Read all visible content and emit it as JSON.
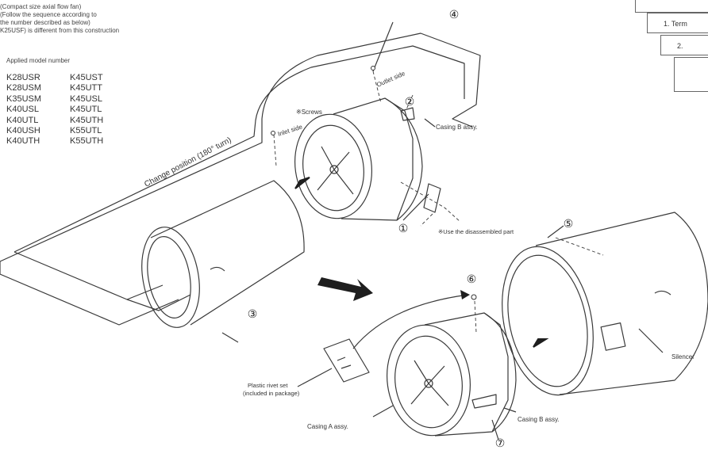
{
  "header": {
    "line1": "(Compact size axial flow fan)",
    "line2": "(Follow the sequence according to",
    "line3": "the number described as below)",
    "line4": "K25USF) is different from this construction"
  },
  "models": {
    "label": "Applied model number",
    "col1": [
      "K28USR",
      "K28USM",
      "K35USM",
      "K40USL",
      "K40UTL",
      "K40USH",
      "K40UTH"
    ],
    "col2": [
      "K45UST",
      "K45UTT",
      "K45USL",
      "K45UTL",
      "K45UTH",
      "K55UTL",
      "K55UTH"
    ]
  },
  "callouts": {
    "c1": "①",
    "c2": "②",
    "c3": "③",
    "c4": "④",
    "c5": "⑤",
    "c6": "⑥",
    "c7": "⑦"
  },
  "labels": {
    "change_position": "Change position (180° turn)",
    "screws": "※Screws",
    "outlet_side": "Outlet side",
    "inlet_side": "Inlet side",
    "casing_b_top": "Casing B assy.",
    "use_disassembled": "※Use the disassembled part",
    "rivet_line1": "Plastic rivet set",
    "rivet_line2": "(included in package)",
    "casing_a": "Casing A assy.",
    "casing_b_bottom": "Casing B assy.",
    "silencer": "Silencer"
  },
  "side_tabs": [
    "1. Term",
    "2.",
    ""
  ],
  "colors": {
    "line": "#3a3a3a",
    "arrow": "#1e1e1e"
  }
}
